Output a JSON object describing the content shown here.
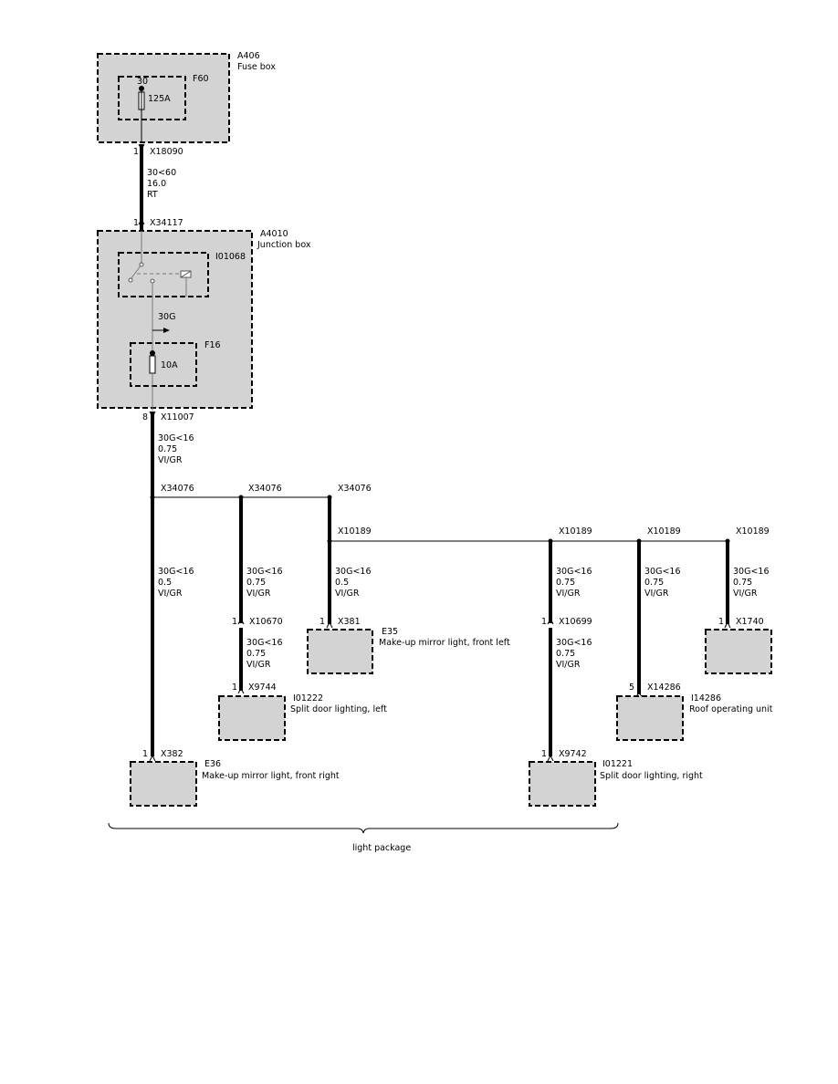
{
  "components": {
    "fuse_box": {
      "id": "A406",
      "name": "Fuse box",
      "fuse_id": "F60",
      "pin": "30",
      "rating": "125A"
    },
    "junction_box": {
      "id": "A4010",
      "name": "Junction box",
      "relay_id": "I01068",
      "signal": "30G",
      "fuse_id": "F16",
      "rating": "10A"
    },
    "e36": {
      "id": "E36",
      "name": "Make-up mirror light, front right"
    },
    "e35": {
      "id": "E35",
      "name": "Make-up mirror light, front left"
    },
    "i01222": {
      "id": "I01222",
      "name": "Split door lighting, left"
    },
    "i01221": {
      "id": "I01221",
      "name": "Split door lighting, right"
    },
    "i14286": {
      "id": "I14286",
      "name": "Roof operating unit"
    }
  },
  "connectors": {
    "x18090": {
      "pin": "1",
      "id": "X18090"
    },
    "x34117": {
      "pin": "1",
      "id": "X34117"
    },
    "x11007": {
      "pin": "8",
      "id": "X11007"
    },
    "x34076": "X34076",
    "x10189": "X10189",
    "x10670": {
      "pin": "1",
      "id": "X10670"
    },
    "x381": {
      "pin": "1",
      "id": "X381"
    },
    "x10699": {
      "pin": "1",
      "id": "X10699"
    },
    "x1740": {
      "pin": "1",
      "id": "X1740"
    },
    "x9744": {
      "pin": "1",
      "id": "X9744"
    },
    "x14286": {
      "pin": "5",
      "id": "X14286"
    },
    "x382": {
      "pin": "1",
      "id": "X382"
    },
    "x9742": {
      "pin": "1",
      "id": "X9742"
    }
  },
  "wires": {
    "main": [
      "30<60",
      "16.0",
      "RT"
    ],
    "w_075": [
      "30G<16",
      "0.75",
      "VI/GR"
    ],
    "w_05": [
      "30G<16",
      "0.5",
      "VI/GR"
    ]
  },
  "bracket_label": "light package"
}
